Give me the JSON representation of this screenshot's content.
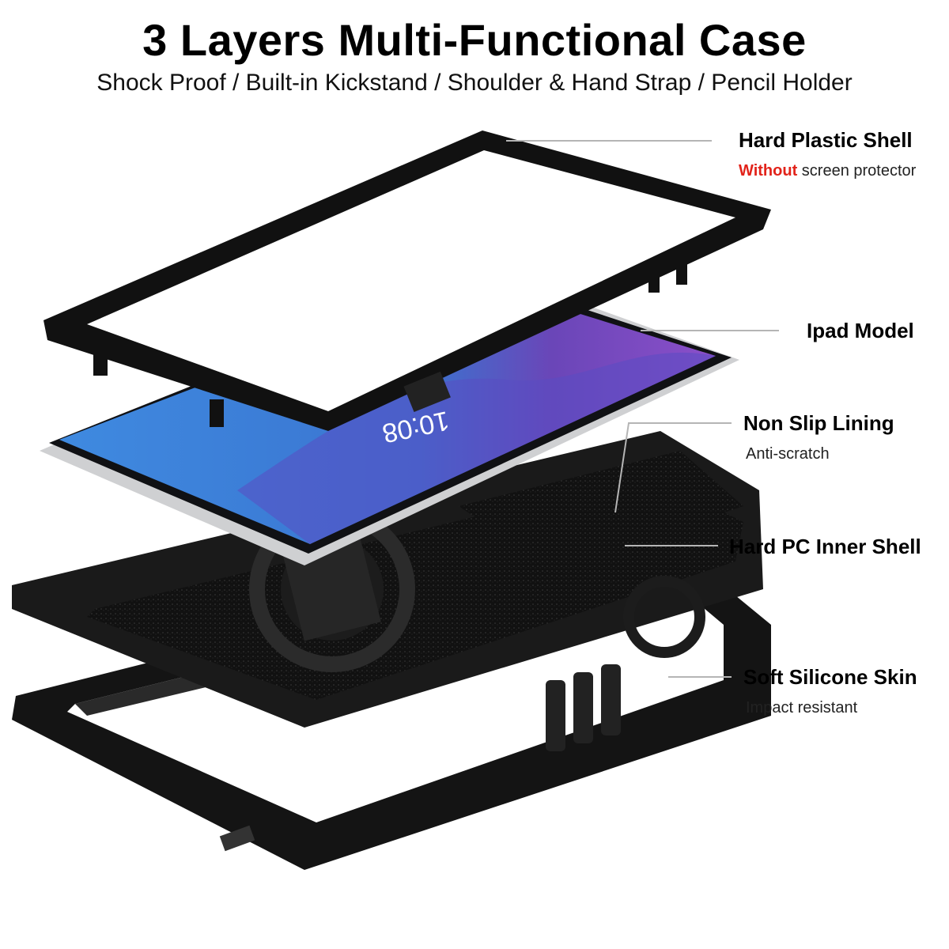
{
  "header": {
    "title": "3 Layers Multi-Functional Case",
    "subtitle": "Shock Proof / Built-in Kickstand / Shoulder & Hand Strap / Pencil Holder"
  },
  "labels": {
    "hard_plastic_shell": "Hard Plastic Shell",
    "without": "Without",
    "screen_protector": " screen protector",
    "ipad_model": "Ipad Model",
    "non_slip_lining": "Non Slip Lining",
    "anti_scratch": "Anti-scratch",
    "hard_pc_inner_shell": "Hard PC Inner Shell",
    "soft_silicone_skin": "Soft Silicone Skin",
    "impact_resistant": "Impact resistant"
  },
  "tablet_screen": {
    "clock": "10:08"
  },
  "colors": {
    "accent_red": "#e2231a",
    "case_black": "#151515",
    "screen_blue": "#3a7fd8",
    "screen_purple": "#6b3fb3"
  }
}
